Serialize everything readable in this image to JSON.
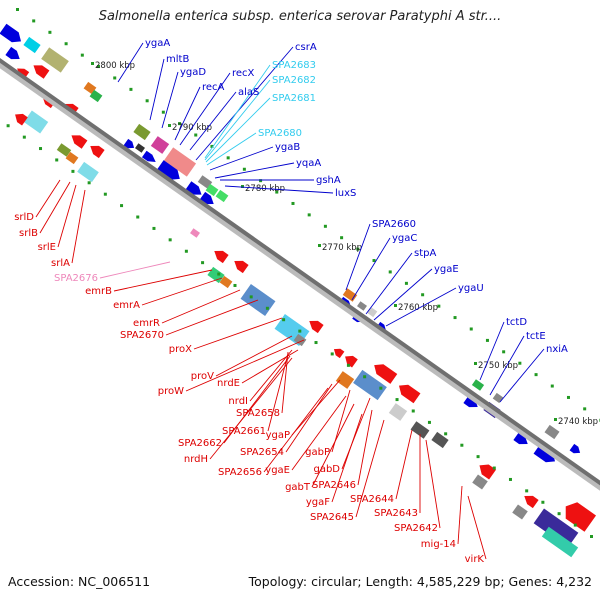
{
  "title": "Salmonella enterica subsp. enterica serovar Paratyphi A str....",
  "footer": {
    "accession": "Accession: NC_006511",
    "summary": "Topology: circular; Length: 4,585,229 bp; Genes: 4,232"
  },
  "colors": {
    "background": "#ffffff",
    "backbone": "#777777",
    "forward_strand_feature": "#0000dd",
    "reverse_strand_feature": "#ee1111",
    "label_forward": "#0000cc",
    "label_reverse": "#dd0000",
    "label_rna": "#33ccee",
    "label_pseudo": "#ee88bb",
    "tick": "#229922"
  },
  "scale_ticks": [
    "2800 kbp",
    "2790 kbp",
    "2780 kbp",
    "2770 kbp",
    "2760 kbp",
    "2750 kbp",
    "2740 kbp"
  ],
  "gene_labels_forward": [
    "ygaA",
    "mltB",
    "ygaD",
    "recA",
    "recX",
    "alaS",
    "csrA",
    "ygaB",
    "yqaA",
    "gshA",
    "luxS",
    "SPA2660",
    "ygaC",
    "stpA",
    "ygaE",
    "ygaU",
    "tctD",
    "tctE",
    "nxiA"
  ],
  "gene_labels_rna": [
    "SPA2683",
    "SPA2682",
    "SPA2681",
    "SPA2680"
  ],
  "gene_labels_reverse": [
    "srlD",
    "srlB",
    "srlE",
    "srlA",
    "emrB",
    "emrA",
    "emrR",
    "SPA2670",
    "proX",
    "proV",
    "proW",
    "nrdE",
    "nrdI",
    "SPA2658",
    "SPA2661",
    "SPA2662",
    "nrdH",
    "ygaP",
    "SPA2654",
    "SPA2656",
    "gabP",
    "ygaE",
    "gabD",
    "gabT",
    "SPA2646",
    "ygaF",
    "SPA2645",
    "SPA2644",
    "SPA2643",
    "SPA2642",
    "mig-14",
    "virK"
  ],
  "gene_labels_pseudo": [
    "SPA2676"
  ]
}
